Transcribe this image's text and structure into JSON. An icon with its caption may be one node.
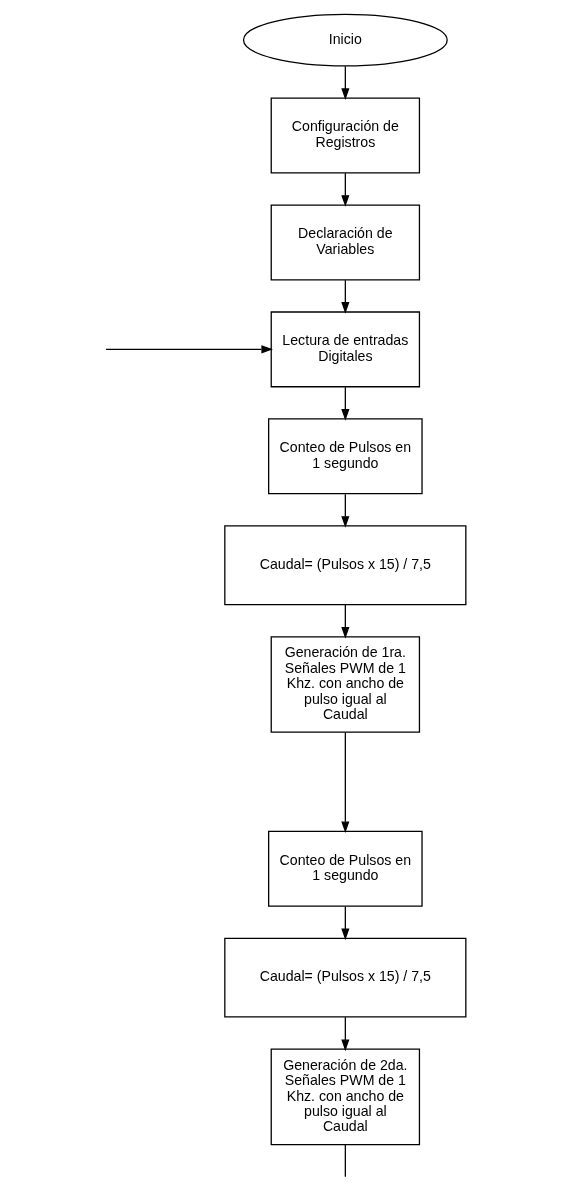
{
  "diagram": {
    "nodes": [
      {
        "text": [
          "Inicio"
        ]
      },
      {
        "text": [
          "Configuración de Registros"
        ]
      },
      {
        "text": [
          "Declaración de Variables"
        ]
      },
      {
        "text": [
          "Lectura de entradas Digitales"
        ]
      },
      {
        "text": [
          "Conteo de Pulsos en 1 segundo"
        ]
      },
      {
        "text": [
          "Caudal= (Pulsos x 15) / 7,5"
        ]
      },
      {
        "text": [
          "Generación de 1ra. Señales PWM de 1 Khz. con ancho de pulso igual al Caudal"
        ]
      },
      {
        "text": [
          "Conteo de Pulsos en 1 segundo"
        ]
      },
      {
        "text": [
          "Caudal= (Pulsos x 15) / 7,5"
        ]
      },
      {
        "text": [
          "Generación de 2da. Señales PWM de 1 Khz. con ancho de pulso igual al Caudal"
        ]
      }
    ],
    "edges": [
      {
        "from": 0,
        "to": 1,
        "arrow": "to"
      },
      {
        "from": 1,
        "to": 2,
        "arrow": "to"
      },
      {
        "from": 2,
        "to": 3,
        "arrow": "to"
      },
      {
        "from": 3,
        "to": 4,
        "arrow": "to"
      },
      {
        "from": 4,
        "to": 5,
        "arrow": "to"
      },
      {
        "from": 5,
        "to": 6,
        "arrow": "to"
      },
      {
        "from": 6,
        "to": 7,
        "arrow": "to"
      },
      {
        "from": 7,
        "to": 8,
        "arrow": "to"
      },
      {
        "from": 8,
        "to": 9,
        "arrow": "to"
      },
      {
        "from": null,
        "to": 3,
        "arrow": "to"
      },
      {
        "from": 9,
        "to": null,
        "arrow": "none"
      }
    ]
  }
}
